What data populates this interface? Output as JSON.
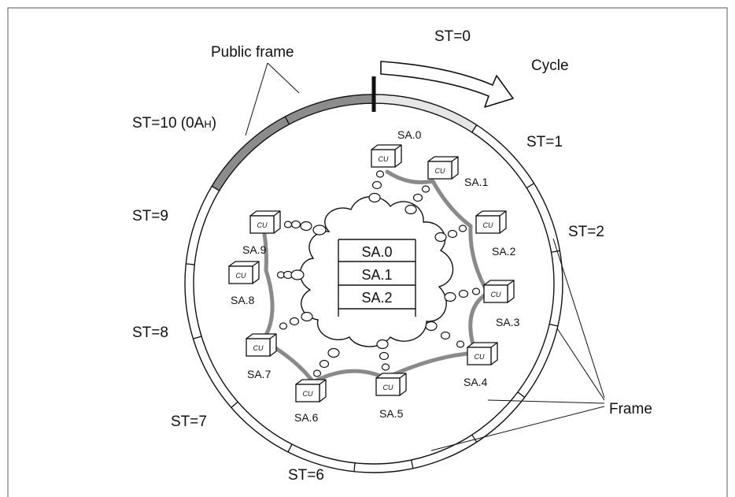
{
  "ring_labels": {
    "st0": "ST=0",
    "cycle": "Cycle",
    "st1": "ST=1",
    "st2": "ST=2",
    "st6": "ST=6",
    "st7": "ST=7",
    "st8": "ST=8",
    "st9": "ST=9",
    "st10": "ST=10 (0A",
    "st10_sub": "H",
    "st10_close": ")",
    "public_frame": "Public frame",
    "frame": "Frame"
  },
  "cu_label": "CU",
  "stations": [
    {
      "id": "SA.0",
      "label": "SA.0"
    },
    {
      "id": "SA.1",
      "label": "SA.1"
    },
    {
      "id": "SA.2",
      "label": "SA.2"
    },
    {
      "id": "SA.3",
      "label": "SA.3"
    },
    {
      "id": "SA.4",
      "label": "SA.4"
    },
    {
      "id": "SA.5",
      "label": "SA.5"
    },
    {
      "id": "SA.6",
      "label": "SA.6"
    },
    {
      "id": "SA.7",
      "label": "SA.7"
    },
    {
      "id": "SA.8",
      "label": "SA.8"
    },
    {
      "id": "SA.9",
      "label": "SA.9"
    }
  ],
  "table_rows": [
    "SA.0",
    "SA.1",
    "SA.2"
  ],
  "colors": {
    "public_frame_fill": "#8c8c8c",
    "current_frame_fill": "#e6e6e6",
    "link_gray": "#8a8a8a",
    "stroke": "#111111"
  }
}
